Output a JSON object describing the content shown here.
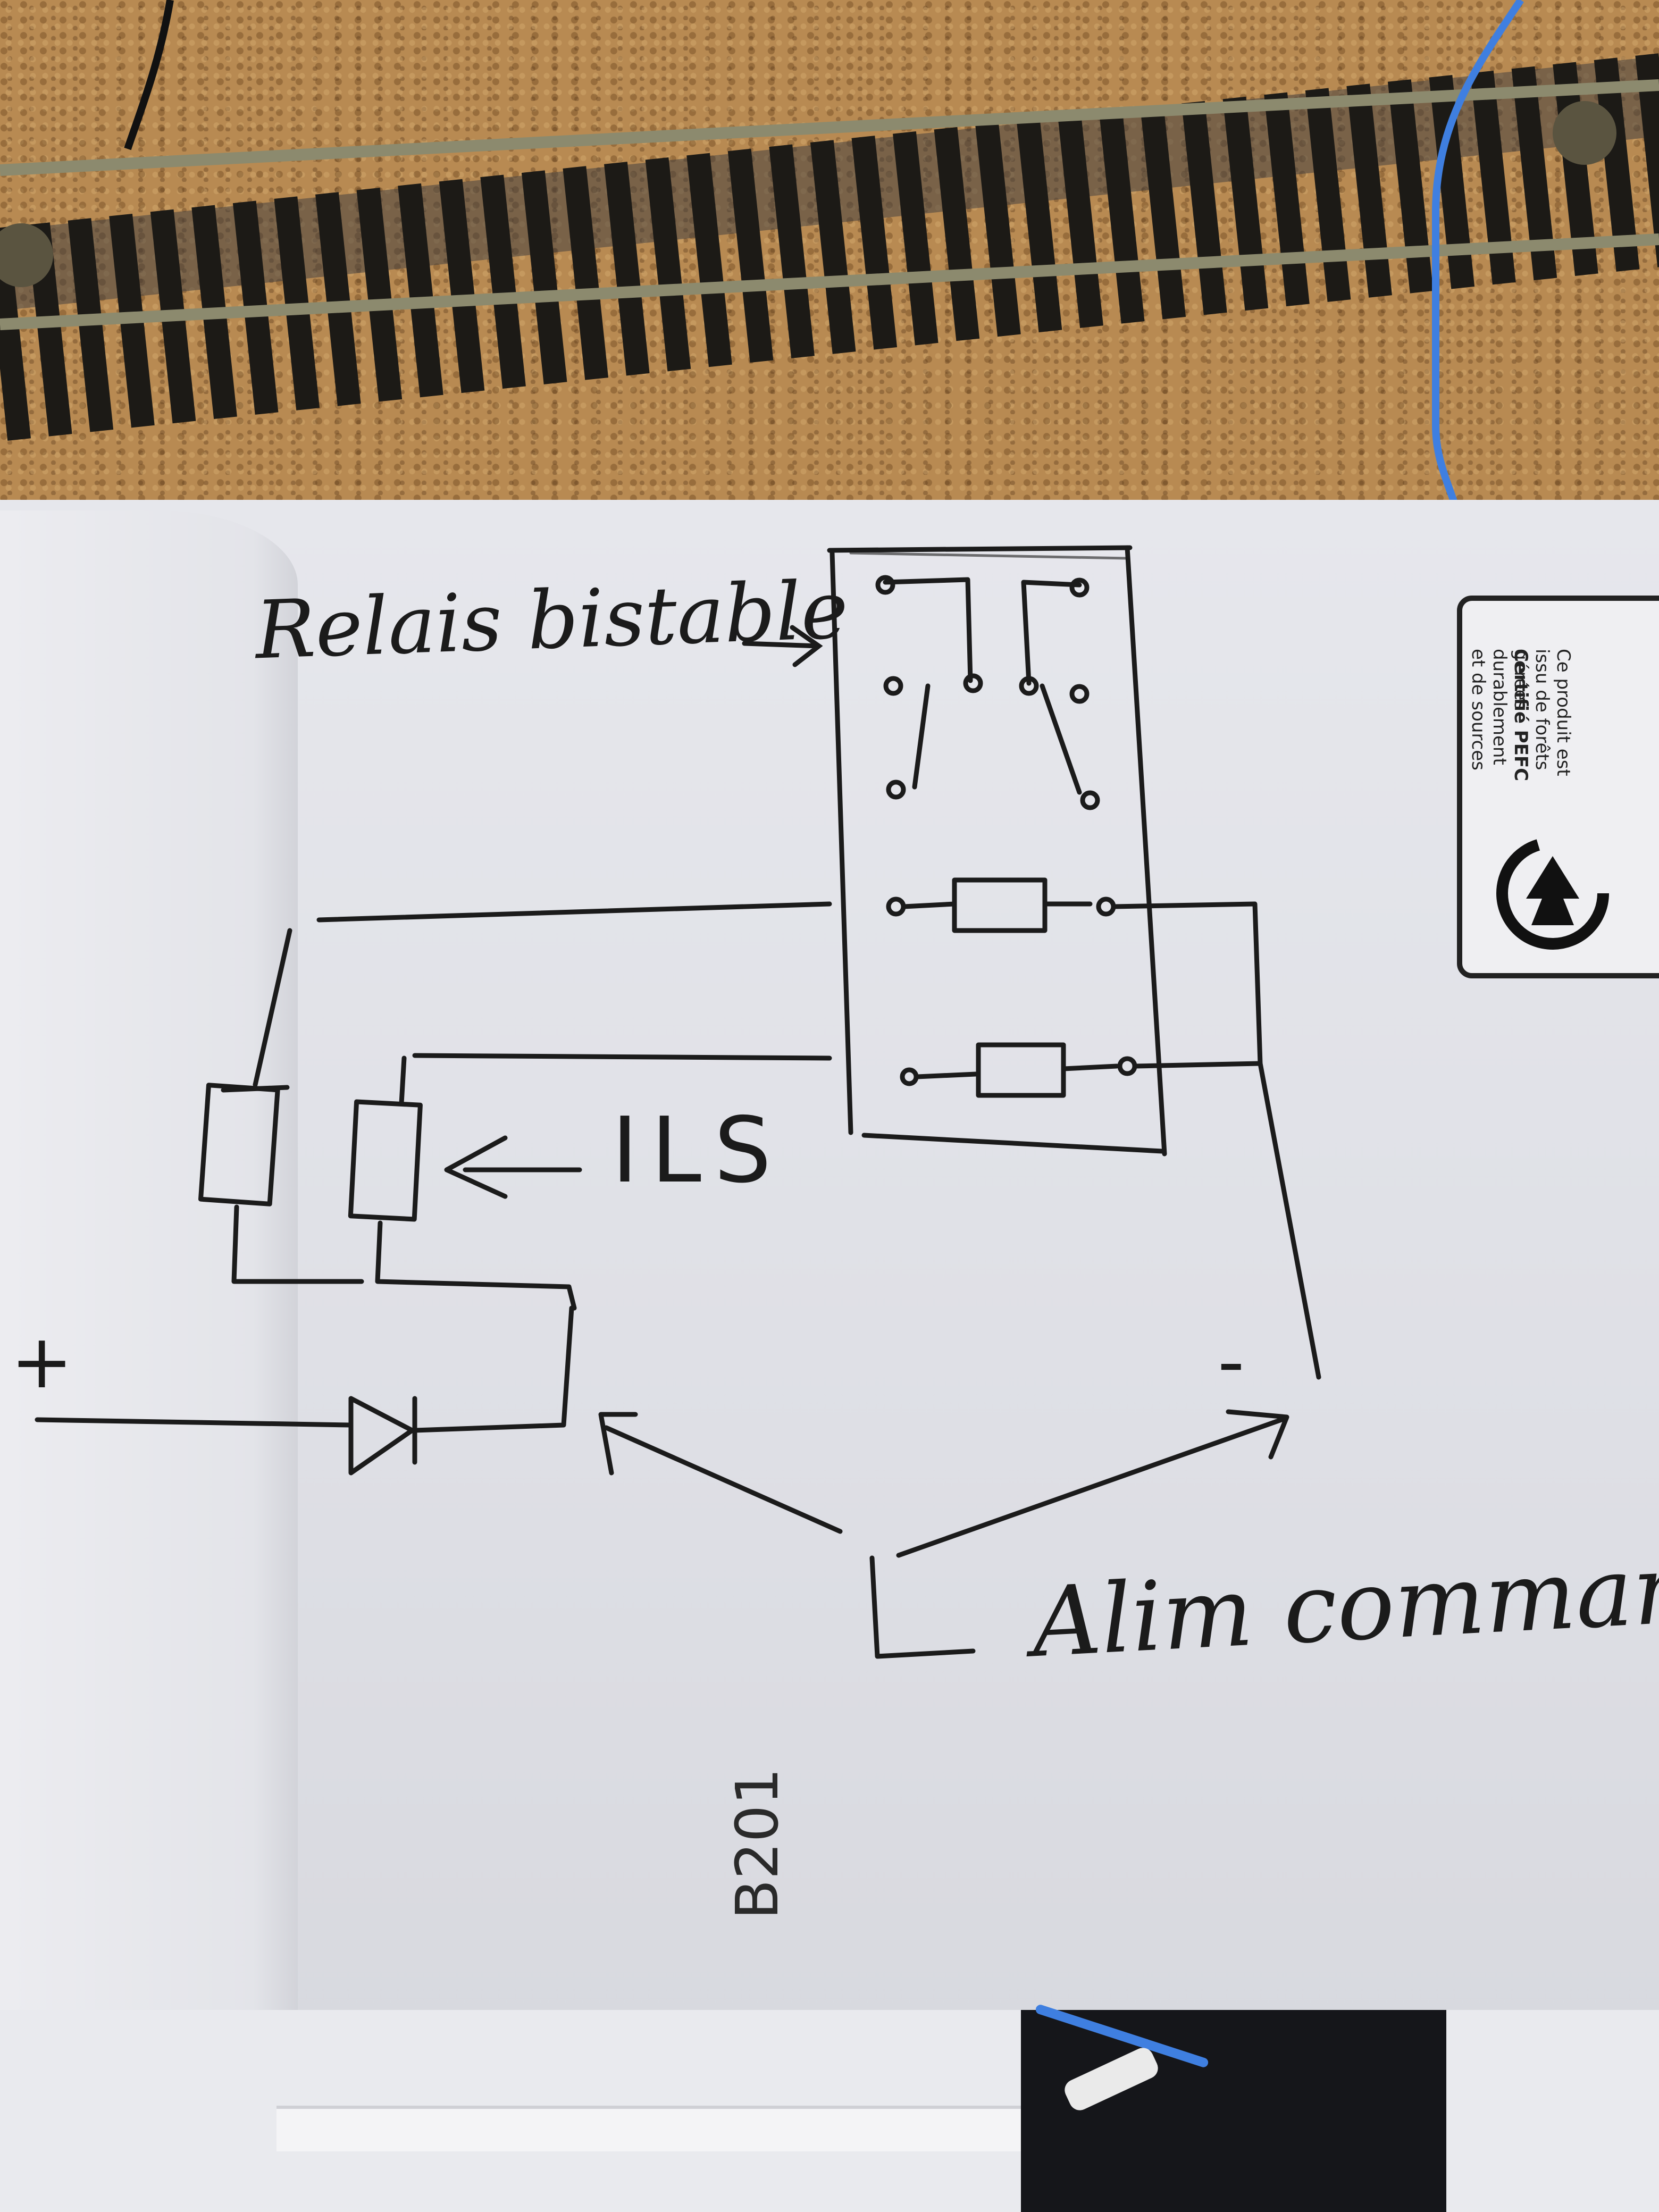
{
  "labels": {
    "relay": "Relais bistable",
    "ils": "ILS",
    "alim": "Alim commande",
    "plus": "+",
    "minus": "-",
    "paper_code": "B201"
  },
  "pefc_label": {
    "title": "Certifié PEFC",
    "text": "Ce produit est issu de forêts gérées durablement et de sources"
  },
  "colors": {
    "ink": "#1b1b1b",
    "paper": "#e3e4e9",
    "cork": "#b88a52",
    "rail": "#8c8a6e",
    "sleeper": "#1c1a16",
    "blue_wire": "#3f7fe0"
  }
}
